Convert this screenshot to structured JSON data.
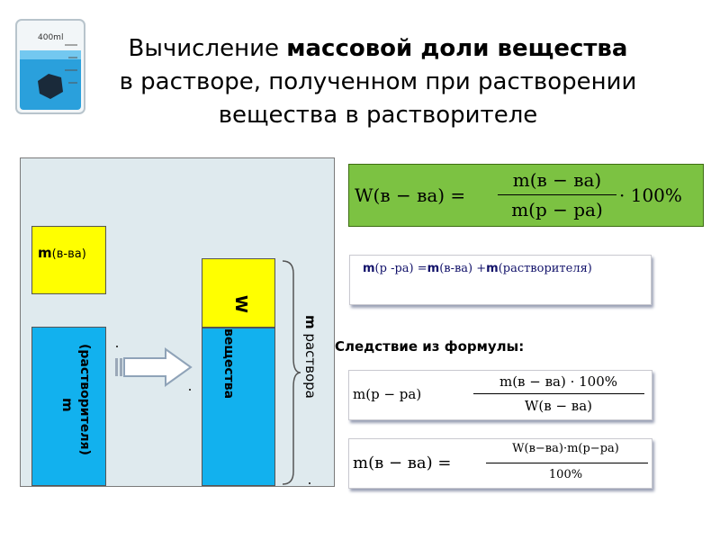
{
  "title": {
    "part1": "Вычисление ",
    "part2": "массовой доли вещества",
    "line2": "в растворе,  полученном  при растворении",
    "line3": "вещества в растворителе"
  },
  "beaker_label": "400ml",
  "diagram": {
    "solute_m": "m",
    "solute_sub": "(в-ва)",
    "solvent_m": "m",
    "solvent_sub": "(растворителя)",
    "fraction_w": "W",
    "fraction_sub": "вещества",
    "solution_m": "m",
    "solution_sub": " раствора"
  },
  "formula_main": {
    "lhs": "W(в − ва) =",
    "numerator": "m(в − ва)",
    "denominator": "m(р − ра)",
    "multiplier": "· 100%"
  },
  "formula_sum": {
    "m1": "m",
    "t1": "(р -ра) =",
    "m2": "m",
    "t2": "(в-ва) +",
    "m3": "m",
    "t3": "(растворителя)"
  },
  "consequence": "Следствие из формулы:",
  "formula_solution": {
    "lhs": "m(р − ра)",
    "numerator": "m(в − ва) · 100%",
    "denominator": "W(в − ва)"
  },
  "formula_solute": {
    "lhs": "m(в − ва) =",
    "numerator": "W(в−ва)·m(р−ра)",
    "denominator": "100%"
  },
  "colors": {
    "panel": "#dfeaee",
    "yellow": "#ffff00",
    "blue": "#12b1ee",
    "formula_green": "#7cc242"
  }
}
